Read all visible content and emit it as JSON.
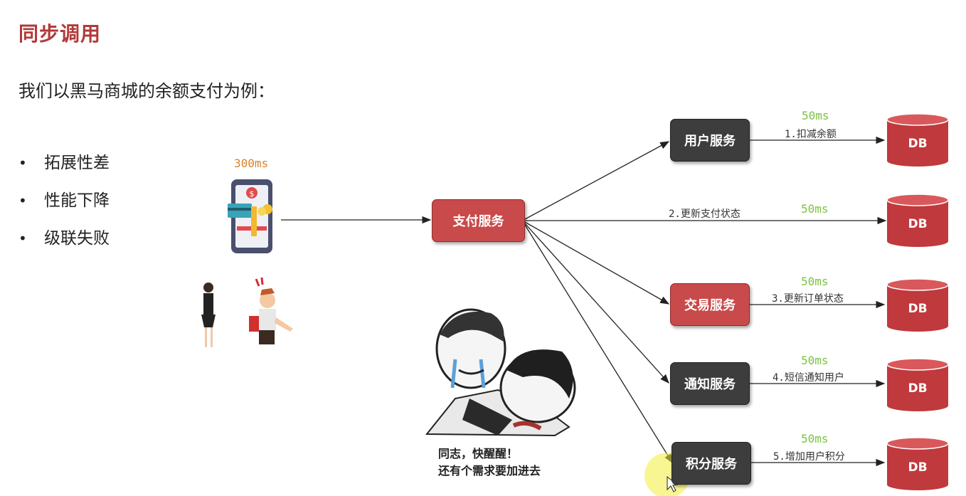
{
  "title": "同步调用",
  "subtitle": "我们以黑马商城的余额支付为例：",
  "bullets": [
    "拓展性差",
    "性能下降",
    "级联失败"
  ],
  "total_latency": "300ms",
  "central_service": "支付服务",
  "services": [
    {
      "name": "用户服务",
      "step": "1.扣减余额",
      "latency": "50ms",
      "db": "DB",
      "style": "dark"
    },
    {
      "name": "",
      "step": "2.更新支付状态",
      "latency": "50ms",
      "db": "DB",
      "style": "none"
    },
    {
      "name": "交易服务",
      "step": "3.更新订单状态",
      "latency": "50ms",
      "db": "DB",
      "style": "red"
    },
    {
      "name": "通知服务",
      "step": "4.短信通知用户",
      "latency": "50ms",
      "db": "DB",
      "style": "dark"
    },
    {
      "name": "积分服务",
      "step": "5.增加用户积分",
      "latency": "50ms",
      "db": "DB",
      "style": "dark"
    }
  ],
  "meme_caption": [
    "同志，快醒醒！",
    "还有个需求要加进去"
  ],
  "colors": {
    "title": "#b23a3a",
    "latency": "#7cc242",
    "total_latency": "#d9822b",
    "db": "#c0393d",
    "red_box": "#c94a4a",
    "dark_box": "#3d3d3d"
  }
}
